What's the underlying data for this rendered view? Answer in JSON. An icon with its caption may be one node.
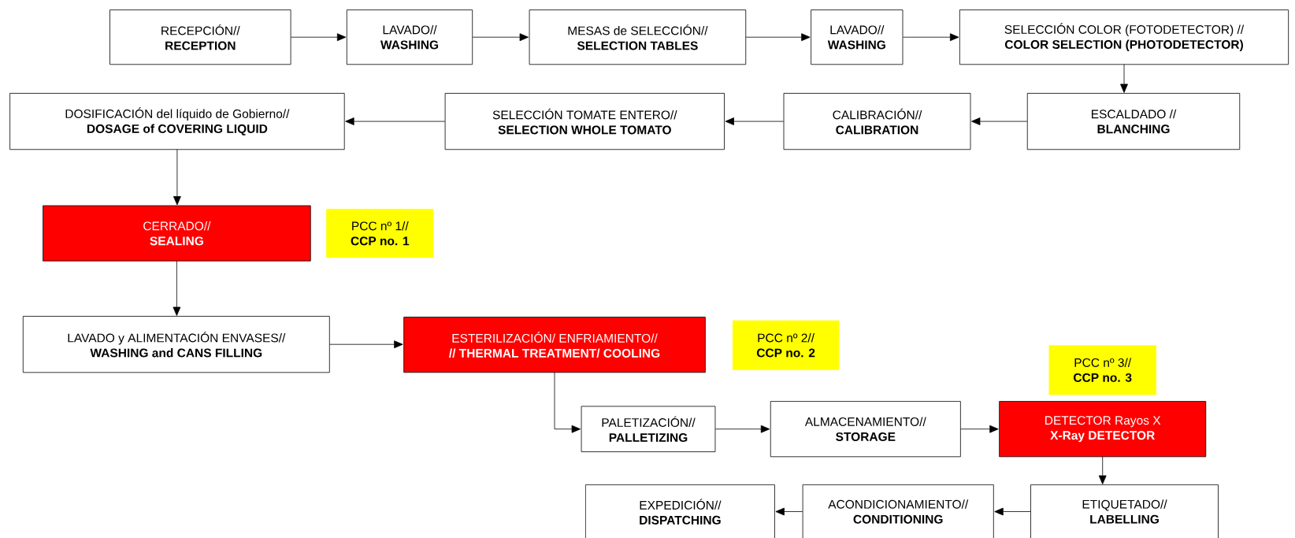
{
  "diagram": {
    "nodes": [
      {
        "text": [
          "RECEPCIÓN//",
          "RECEPTION"
        ]
      },
      {
        "text": [
          "LAVADO//",
          "WASHING"
        ]
      },
      {
        "text": [
          "MESAS de SELECCIÓN//",
          "SELECTION TABLES"
        ]
      },
      {
        "text": [
          "LAVADO//",
          "WASHING"
        ]
      },
      {
        "text": [
          "SELECCIÓN COLOR (FOTODETECTOR) //",
          "COLOR SELECTION (PHOTODETECTOR)"
        ]
      },
      {
        "text": [
          "ESCALDADO //",
          "BLANCHING"
        ]
      },
      {
        "text": [
          "CALIBRACIÓN//",
          "CALIBRATION"
        ]
      },
      {
        "text": [
          "SELECCIÓN TOMATE ENTERO//",
          "SELECTION WHOLE TOMATO"
        ]
      },
      {
        "text": [
          "DOSIFICACIÓN del líquido de Gobierno//",
          "DOSAGE of COVERING LIQUID"
        ]
      },
      {
        "text": [
          "CERRADO//",
          "SEALING"
        ]
      },
      {
        "text": [
          "PCC nº 1//",
          "CCP no. 1"
        ]
      },
      {
        "text": [
          "LAVADO y ALIMENTACIÓN ENVASES//",
          "WASHING and CANS FILLING"
        ]
      },
      {
        "text": [
          "ESTERILIZACIÓN/ ENFRIAMIENTO//",
          "// THERMAL TREATMENT/ COOLING"
        ]
      },
      {
        "text": [
          "PCC nº 2//",
          "CCP no. 2"
        ]
      },
      {
        "text": [
          "PCC nº 3//",
          "CCP no. 3"
        ]
      },
      {
        "text": [
          "PALETIZACIÓN//",
          "PALLETIZING"
        ]
      },
      {
        "text": [
          "ALMACENAMIENTO//",
          "STORAGE"
        ]
      },
      {
        "text": [
          "DETECTOR Rayos X",
          "X-Ray DETECTOR"
        ]
      },
      {
        "text": [
          "ETIQUETADO//",
          "LABELLING"
        ]
      },
      {
        "text": [
          "ACONDICIONAMIENTO//",
          "CONDITIONING"
        ]
      },
      {
        "text": [
          "EXPEDICIÓN//",
          "DISPATCHING"
        ]
      }
    ],
    "edges": [
      {
        "from": 0,
        "to": 1,
        "arrow": "to"
      },
      {
        "from": 1,
        "to": 2,
        "arrow": "to"
      },
      {
        "from": 2,
        "to": 3,
        "arrow": "to"
      },
      {
        "from": 3,
        "to": 4,
        "arrow": "to"
      },
      {
        "from": 4,
        "to": 5,
        "arrow": "to"
      },
      {
        "from": 5,
        "to": 6,
        "arrow": "to"
      },
      {
        "from": 6,
        "to": 7,
        "arrow": "to"
      },
      {
        "from": 7,
        "to": 8,
        "arrow": "to"
      },
      {
        "from": 8,
        "to": 9,
        "arrow": "to"
      },
      {
        "from": 9,
        "to": 11,
        "arrow": "to"
      },
      {
        "from": 11,
        "to": 12,
        "arrow": "to"
      },
      {
        "from": 12,
        "to": 15,
        "arrow": "to"
      },
      {
        "from": 15,
        "to": 16,
        "arrow": "to"
      },
      {
        "from": 16,
        "to": 17,
        "arrow": "to"
      },
      {
        "from": 17,
        "to": 18,
        "arrow": "to"
      },
      {
        "from": 18,
        "to": 19,
        "arrow": "to"
      },
      {
        "from": 19,
        "to": 20,
        "arrow": "to"
      }
    ]
  }
}
